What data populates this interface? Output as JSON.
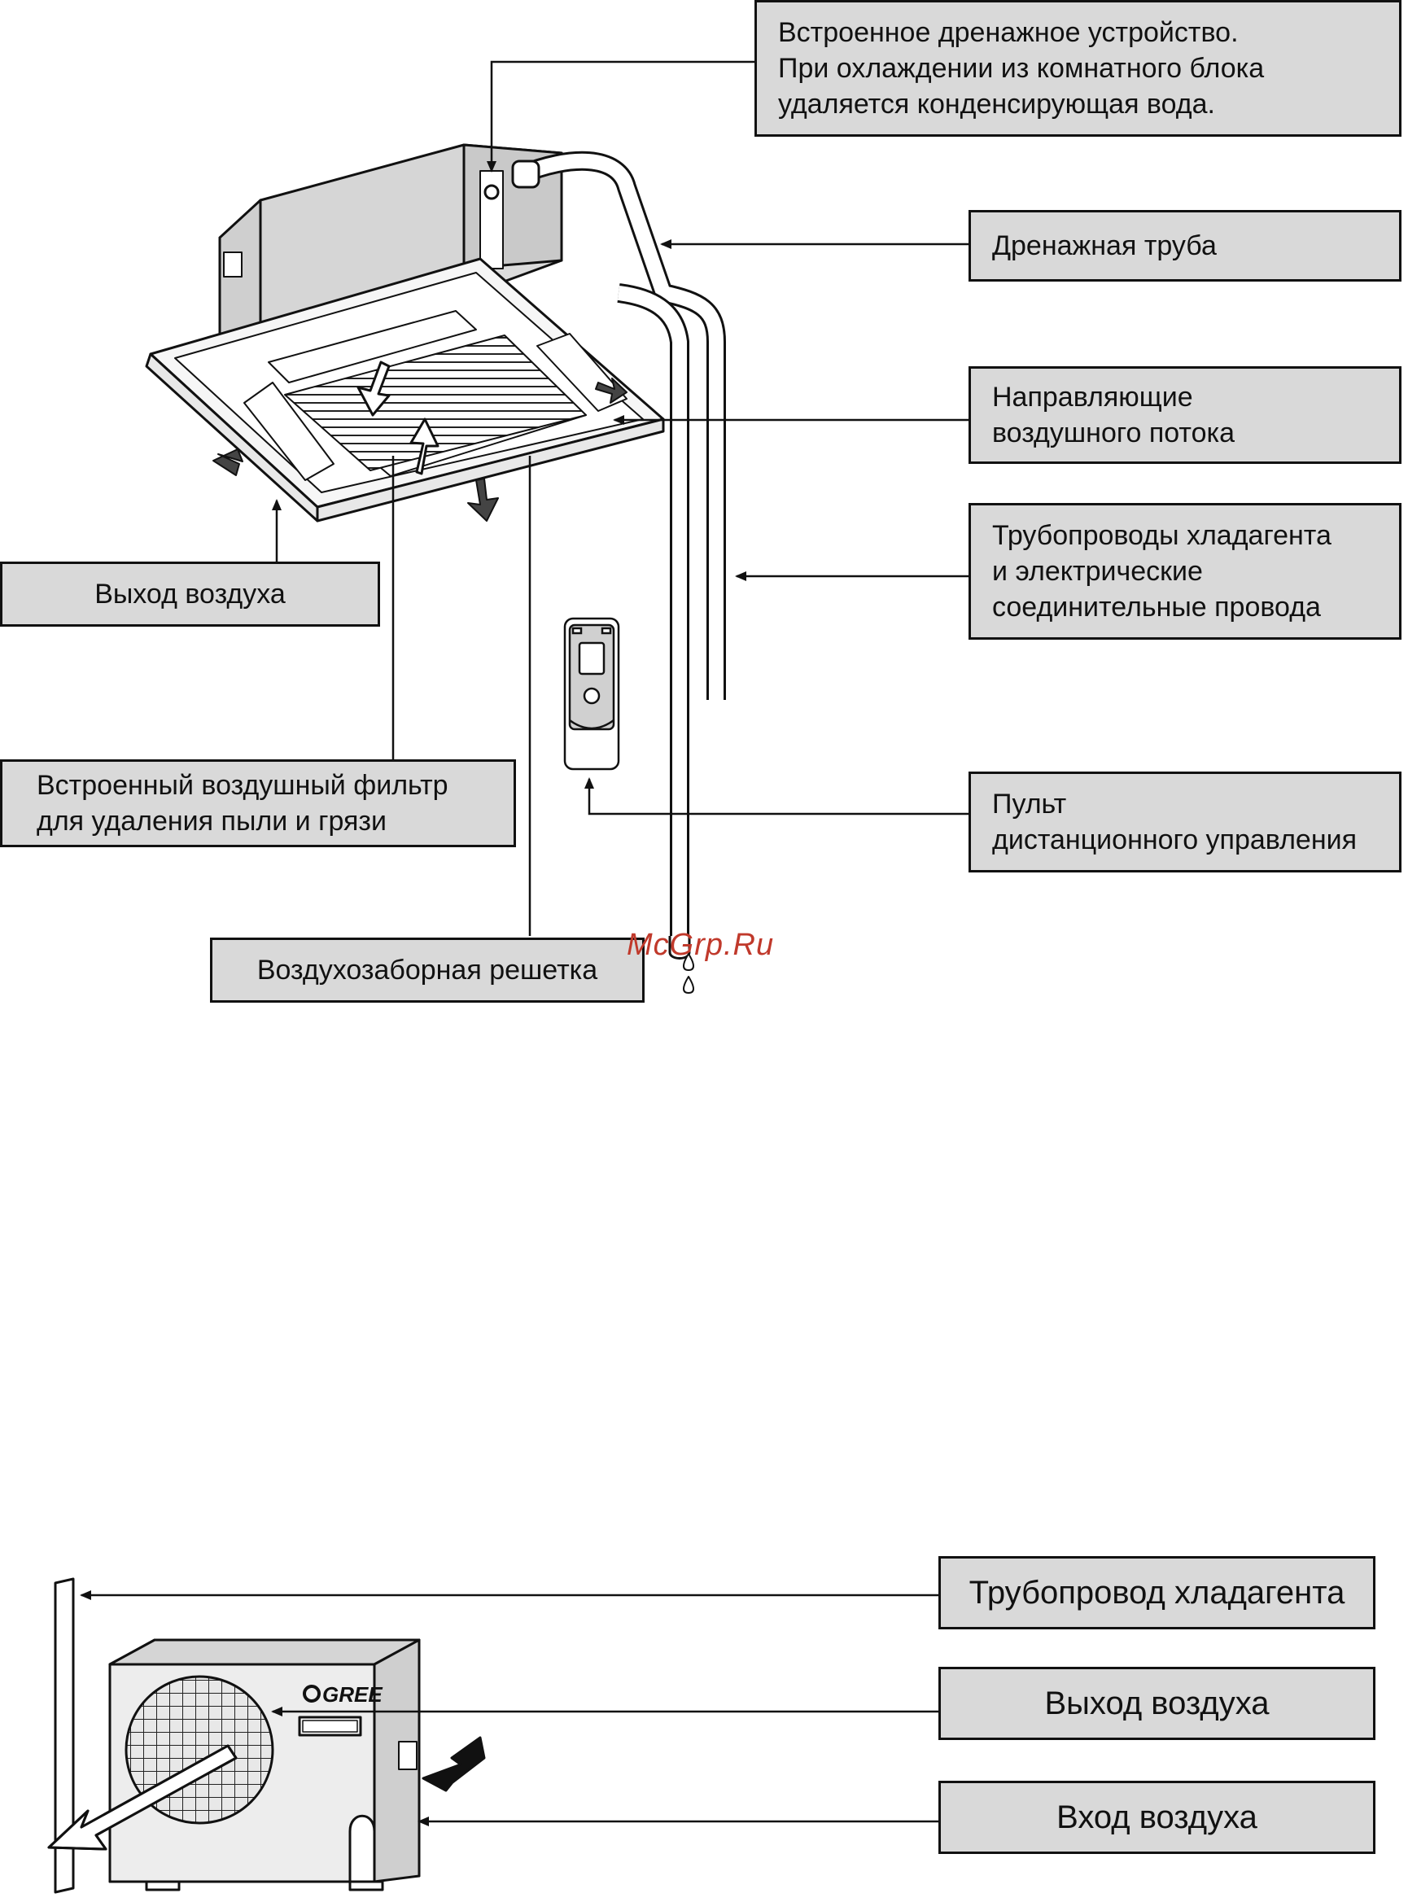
{
  "watermark": "McGrp.Ru",
  "indoor_labels": {
    "drain_device": [
      "Встроенное дренажное устройство.",
      "При охлаждении из комнатного блока",
      "удаляется конденсирующая вода."
    ],
    "drain_pipe": [
      "Дренажная труба"
    ],
    "air_guides": [
      "Направляющие",
      "воздушного потока"
    ],
    "refrigerant_pipes": [
      "Трубопроводы хладагента",
      "и электрические",
      "соединительные провода"
    ],
    "air_outlet": [
      "Выход воздуха"
    ],
    "air_filter": [
      "Встроенный воздушный фильтр",
      "для удаления пыли и грязи"
    ],
    "remote_control": [
      "Пульт",
      "дистанционного управления"
    ],
    "intake_grille": [
      "Воздухозаборная решетка"
    ]
  },
  "outdoor_labels": {
    "refrigerant_pipe": "Трубопровод хладагента",
    "air_outlet": "Выход воздуха",
    "air_inlet": "Вход воздуха"
  },
  "brand_logo": "GREE",
  "colors": {
    "label_fill": "#d9d9d9",
    "line": "#111111",
    "unit_fill": "#dcdcdc",
    "watermark": "#c0392b"
  }
}
